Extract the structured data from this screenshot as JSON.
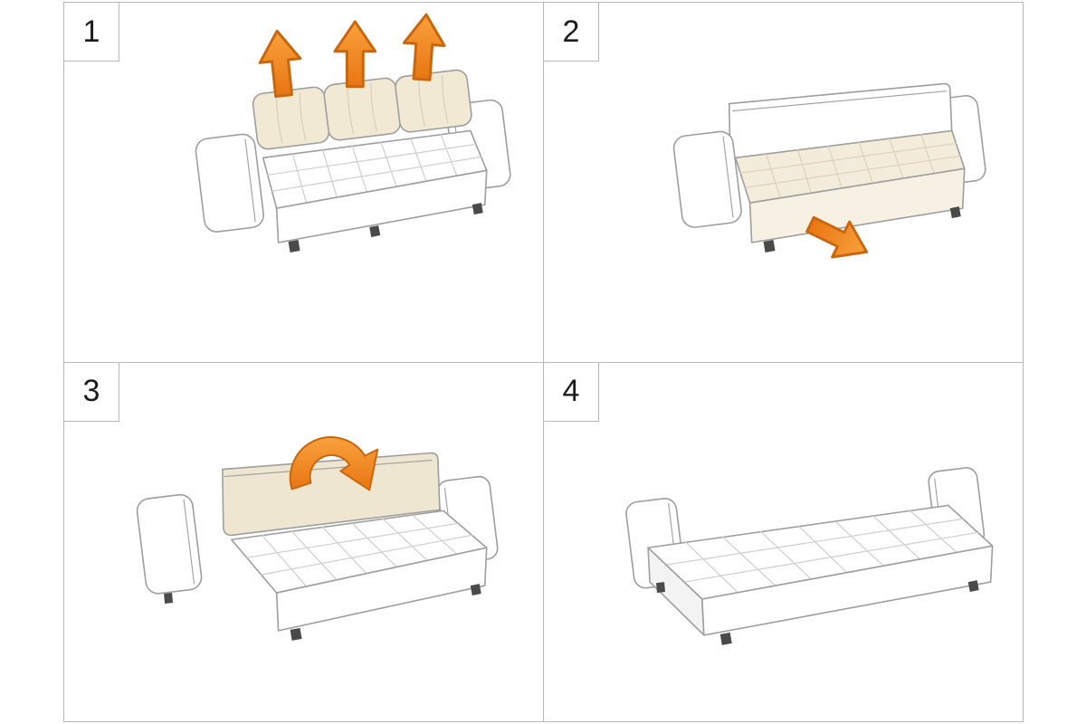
{
  "colors": {
    "arrow_orange": "#f08424",
    "arrow_outline": "#c9670e",
    "cushion_cream": "#f2e9d5",
    "sofa_outline_gray": "#9e9e9e",
    "grid_border_gray": "#b8b8b8"
  },
  "panels": [
    {
      "number": "1"
    },
    {
      "number": "2"
    },
    {
      "number": "3"
    },
    {
      "number": "4"
    }
  ]
}
